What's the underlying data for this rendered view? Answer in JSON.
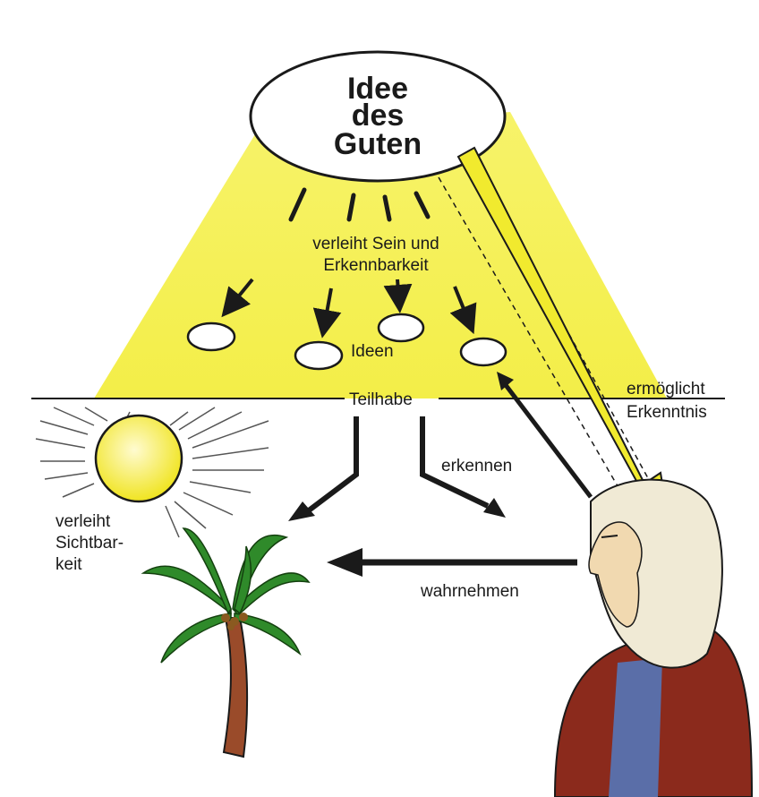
{
  "colors": {
    "light": "#f6f25c",
    "ray": "#f3ec3a",
    "ink": "#1a1a1a",
    "skin": "#f1d9b0",
    "robe": "#8b2a1c",
    "leaf": "#2f8a2a",
    "trunk": "#9a4b2a"
  },
  "title": {
    "line1": "Idee",
    "line2": "des",
    "line3": "Guten"
  },
  "labels": {
    "verleiht_sein_1": "verleiht Sein und",
    "verleiht_sein_2": "Erkennbarkeit",
    "ideen": "Ideen",
    "teilhabe": "Teilhabe",
    "ermoeglicht_1": "ermöglicht",
    "ermoeglicht_2": "Erkenntnis",
    "erkennen": "erkennen",
    "sicht_1": "verleiht",
    "sicht_2": "Sichtbar-",
    "sicht_3": "keit",
    "wahrnehmen": "wahrnehmen"
  }
}
